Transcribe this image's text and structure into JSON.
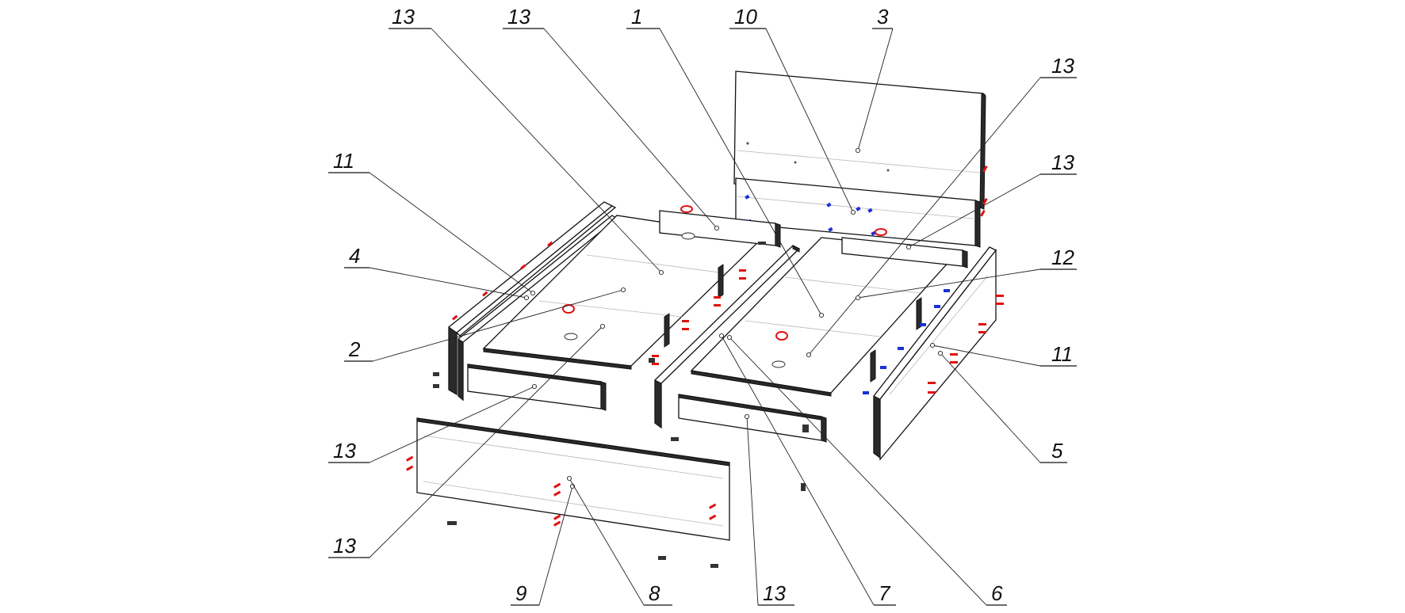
{
  "callouts": [
    {
      "id": "c01",
      "text": "13"
    },
    {
      "id": "c02",
      "text": "13"
    },
    {
      "id": "c03",
      "text": "1"
    },
    {
      "id": "c04",
      "text": "10"
    },
    {
      "id": "c05",
      "text": "3"
    },
    {
      "id": "c06",
      "text": "13"
    },
    {
      "id": "c07",
      "text": "13"
    },
    {
      "id": "c08",
      "text": "11"
    },
    {
      "id": "c09",
      "text": "4"
    },
    {
      "id": "c10",
      "text": "2"
    },
    {
      "id": "c11",
      "text": "12"
    },
    {
      "id": "c12",
      "text": "11"
    },
    {
      "id": "c13",
      "text": "5"
    },
    {
      "id": "c14",
      "text": "13"
    },
    {
      "id": "c15",
      "text": "13"
    },
    {
      "id": "c16",
      "text": "9"
    },
    {
      "id": "c17",
      "text": "8"
    },
    {
      "id": "c18",
      "text": "13"
    },
    {
      "id": "c19",
      "text": "7"
    },
    {
      "id": "c20",
      "text": "6"
    }
  ],
  "colors": {
    "line": "#111111",
    "fitting_red": "#e01010",
    "fitting_blue": "#1a2fd8",
    "background": "#ffffff"
  }
}
